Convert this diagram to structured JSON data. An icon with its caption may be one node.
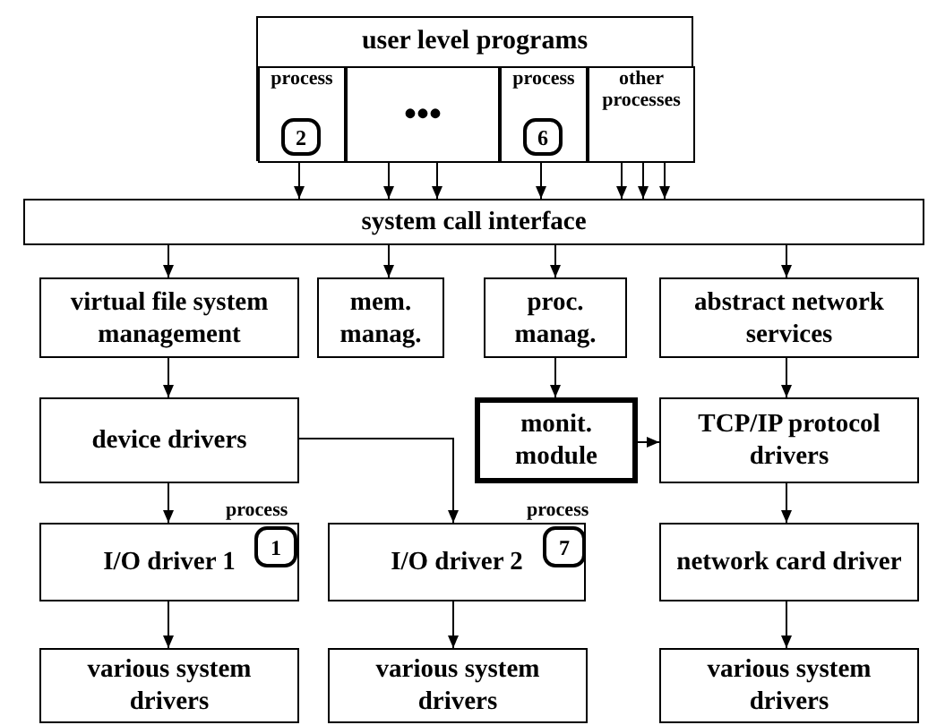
{
  "diagram": {
    "nodes": [
      {
        "text": [
          "user level programs"
        ]
      },
      {
        "text": [
          "process"
        ],
        "in": 0
      },
      {
        "text": [
          "2"
        ],
        "in": 1
      },
      {
        "text": [
          "•••"
        ],
        "in": 0
      },
      {
        "text": [
          "process"
        ],
        "in": 0
      },
      {
        "text": [
          "6"
        ],
        "in": 4
      },
      {
        "text": [
          "other processes"
        ],
        "in": 0
      },
      {
        "text": [
          "system call interface"
        ]
      },
      {
        "text": [
          "virtual file system management"
        ]
      },
      {
        "text": [
          "mem. manag."
        ]
      },
      {
        "text": [
          "proc. manag."
        ]
      },
      {
        "text": [
          "abstract network services"
        ]
      },
      {
        "text": [
          "device drivers"
        ]
      },
      {
        "text": [
          "monit. module"
        ]
      },
      {
        "text": [
          "TCP/IP protocol drivers"
        ]
      },
      {
        "text": [
          "I/O driver 1"
        ],
        "beside": [
          "process"
        ]
      },
      {
        "text": [
          "1"
        ],
        "in": 15
      },
      {
        "text": [
          "I/O driver 2"
        ],
        "beside": [
          "process"
        ]
      },
      {
        "text": [
          "7"
        ],
        "in": 17
      },
      {
        "text": [
          "network card driver"
        ]
      },
      {
        "text": [
          "various system drivers"
        ]
      },
      {
        "text": [
          "various system drivers"
        ]
      },
      {
        "text": [
          "various system drivers"
        ]
      }
    ],
    "edges": [
      {
        "from": 1,
        "to": 7,
        "arrow": "to"
      },
      {
        "from": 3,
        "to": 7,
        "arrow": "to"
      },
      {
        "from": 3,
        "to": 7,
        "arrow": "to"
      },
      {
        "from": 4,
        "to": 7,
        "arrow": "to"
      },
      {
        "from": 6,
        "to": 7,
        "arrow": "to"
      },
      {
        "from": 6,
        "to": 7,
        "arrow": "to"
      },
      {
        "from": 6,
        "to": 7,
        "arrow": "to"
      },
      {
        "from": 7,
        "to": 8,
        "arrow": "to"
      },
      {
        "from": 7,
        "to": 9,
        "arrow": "to"
      },
      {
        "from": 7,
        "to": 10,
        "arrow": "to"
      },
      {
        "from": 7,
        "to": 11,
        "arrow": "to"
      },
      {
        "from": 8,
        "to": 12,
        "arrow": "to"
      },
      {
        "from": 10,
        "to": 13,
        "arrow": "to"
      },
      {
        "from": 11,
        "to": 14,
        "arrow": "to"
      },
      {
        "from": 12,
        "to": 15,
        "arrow": "to"
      },
      {
        "from": 12,
        "to": 17,
        "arrow": "to"
      },
      {
        "from": 13,
        "to": 14,
        "arrow": "to"
      },
      {
        "from": 15,
        "to": 20,
        "arrow": "to"
      },
      {
        "from": 17,
        "to": 21,
        "arrow": "to"
      },
      {
        "from": 14,
        "to": 19,
        "arrow": "to"
      },
      {
        "from": 19,
        "to": 22,
        "arrow": "to"
      }
    ]
  }
}
